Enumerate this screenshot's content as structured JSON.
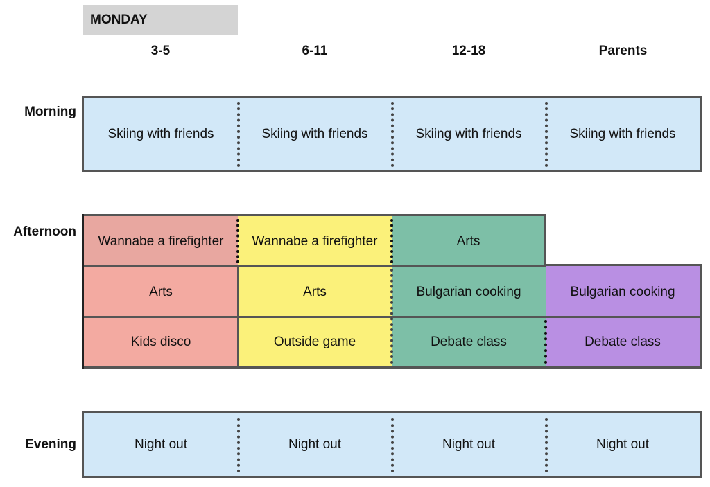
{
  "day": "MONDAY",
  "columns": [
    "3-5",
    "6-11",
    "12-18",
    "Parents"
  ],
  "rows": {
    "morning": "Morning",
    "afternoon": "Afternoon",
    "evening": "Evening"
  },
  "morning": [
    "Skiing with friends",
    "Skiing with friends",
    "Skiing with friends",
    "Skiing with friends"
  ],
  "afternoon": {
    "row1": [
      "Wannabe a firefighter",
      "Wannabe a firefighter",
      "Arts"
    ],
    "row2": [
      "Arts",
      "Arts",
      "Bulgarian cooking",
      "Bulgarian cooking"
    ],
    "row3": [
      "Kids disco",
      "Outside game",
      "Debate class",
      "Debate class"
    ]
  },
  "evening": [
    "Night out",
    "Night out",
    "Night out",
    "Night out"
  ],
  "colors": {
    "blue": "#d2e8f8",
    "salmon_dark": "#e8a7a0",
    "salmon": "#f3aaa1",
    "yellow": "#fbf17a",
    "teal": "#7dbfa7",
    "purple": "#b98fe3",
    "header_tab": "#d4d4d4",
    "border": "#555555"
  }
}
